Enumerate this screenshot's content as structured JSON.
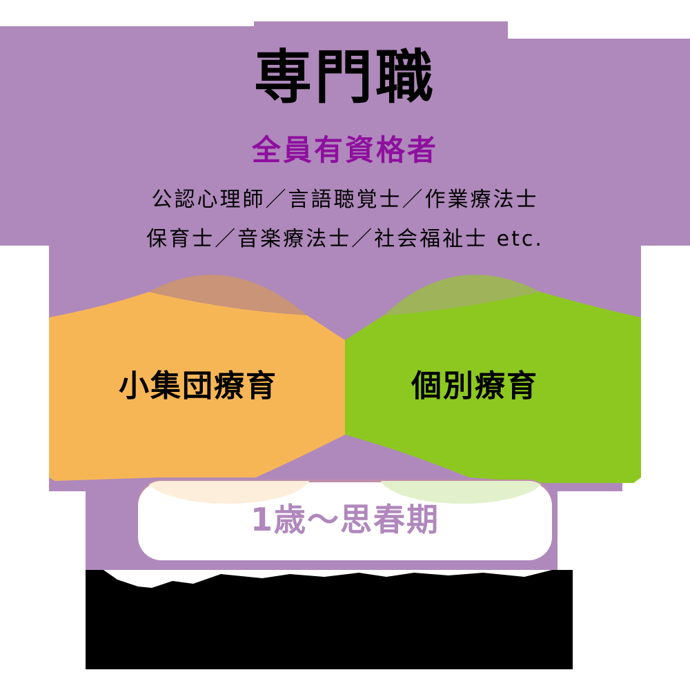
{
  "header": {
    "title": "専門職",
    "subtitle": "全員有資格者"
  },
  "qualifications": {
    "line1": "公認心理師／言語聴覚士／作業療法士",
    "line2": "保育士／音楽療法士／社会福祉士 etc."
  },
  "services": [
    {
      "label": "小集団療育",
      "color": "#f7b656"
    },
    {
      "label": "個別療育",
      "color": "#8dc820"
    }
  ],
  "age_range": {
    "label": "1歳〜思春期"
  },
  "colors": {
    "background_shape": "#af89bb",
    "subtitle": "#8e0f9e",
    "age_text": "#b088bc",
    "redacted_block": "#000000"
  }
}
